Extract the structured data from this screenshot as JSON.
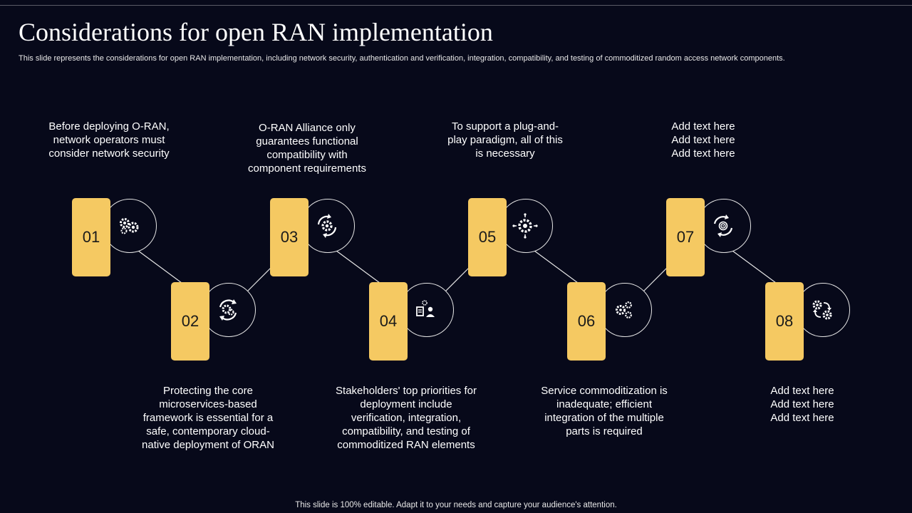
{
  "header": {
    "title": "Considerations for open RAN implementation",
    "subtitle": "This slide represents the considerations for open RAN implementation, including network security, authentication and verification, integration, compatibility, and testing of commoditized random access network components."
  },
  "steps": [
    {
      "number": "01",
      "icon": "gears-icon",
      "lines": [
        "Before deploying O-RAN,",
        "network operators must",
        "consider network security"
      ]
    },
    {
      "number": "02",
      "icon": "gear-refresh-icon",
      "lines": [
        "Protecting the core",
        "microservices-based",
        "framework is essential for a",
        "safe, contemporary cloud-",
        "native deployment of ORAN"
      ]
    },
    {
      "number": "03",
      "icon": "gear-cycle-icon",
      "lines": [
        "O-RAN Alliance only",
        "guarantees functional",
        "compatibility with",
        "component requirements"
      ]
    },
    {
      "number": "04",
      "icon": "stakeholders-icon",
      "lines": [
        "Stakeholders' top priorities for",
        "deployment include",
        "verification, integration,",
        "compatibility, and testing of",
        "commoditized RAN elements"
      ]
    },
    {
      "number": "05",
      "icon": "network-gear-icon",
      "lines": [
        "To support a plug-and-",
        "play paradigm, all of this",
        "is necessary"
      ]
    },
    {
      "number": "06",
      "icon": "multi-gears-icon",
      "lines": [
        "Service commoditization is",
        "inadequate; efficient",
        "integration of the multiple",
        "parts is required"
      ]
    },
    {
      "number": "07",
      "icon": "target-refresh-icon",
      "lines": [
        "Add text here",
        "Add text here",
        "Add text here"
      ]
    },
    {
      "number": "08",
      "icon": "gears-exchange-icon",
      "lines": [
        "Add text here",
        "Add text here",
        "Add text here"
      ]
    }
  ],
  "footer": {
    "note": "This slide is 100% editable. Adapt it to your needs and capture your audience's attention."
  },
  "colors": {
    "background": "#07091a",
    "accent": "#f5c962",
    "line": "#e6e6e6"
  }
}
